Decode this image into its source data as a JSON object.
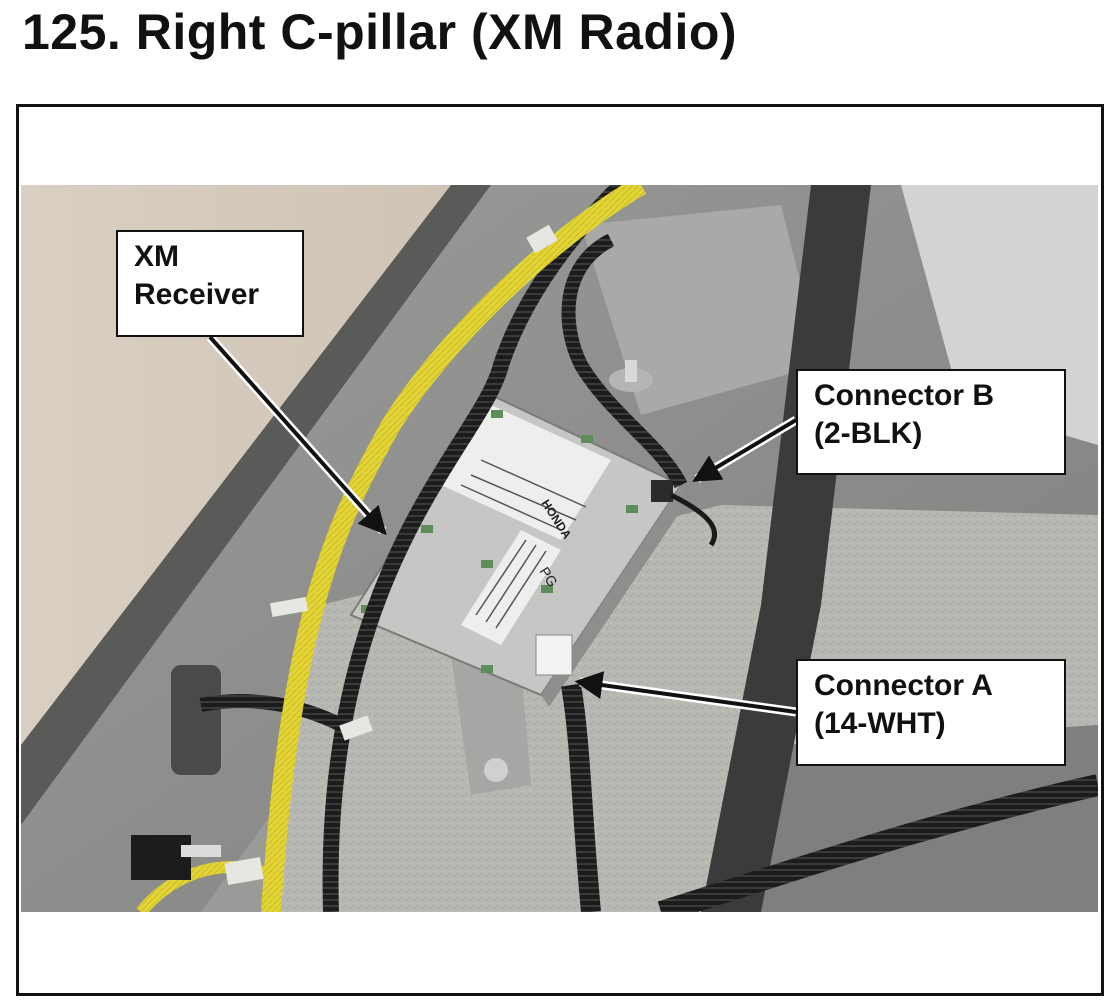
{
  "page": {
    "title": "125.  Right C-pillar (XM Radio)"
  },
  "figure": {
    "callouts": {
      "receiver": {
        "line1": "XM",
        "line2": "Receiver"
      },
      "connector_b": {
        "line1": "Connector B",
        "line2": "(2-BLK)"
      },
      "connector_a": {
        "line1": "Connector A",
        "line2": "(14-WHT)"
      }
    },
    "module_brand": "HONDA",
    "module_mark": "PG"
  },
  "colors": {
    "harness_yellow": "#e6d63a",
    "trim_gray": "#8f8f8f",
    "carpet_gray": "#b9b9b4",
    "belt_dark": "#3a3a3a",
    "module_silver": "#c4c4c2"
  }
}
